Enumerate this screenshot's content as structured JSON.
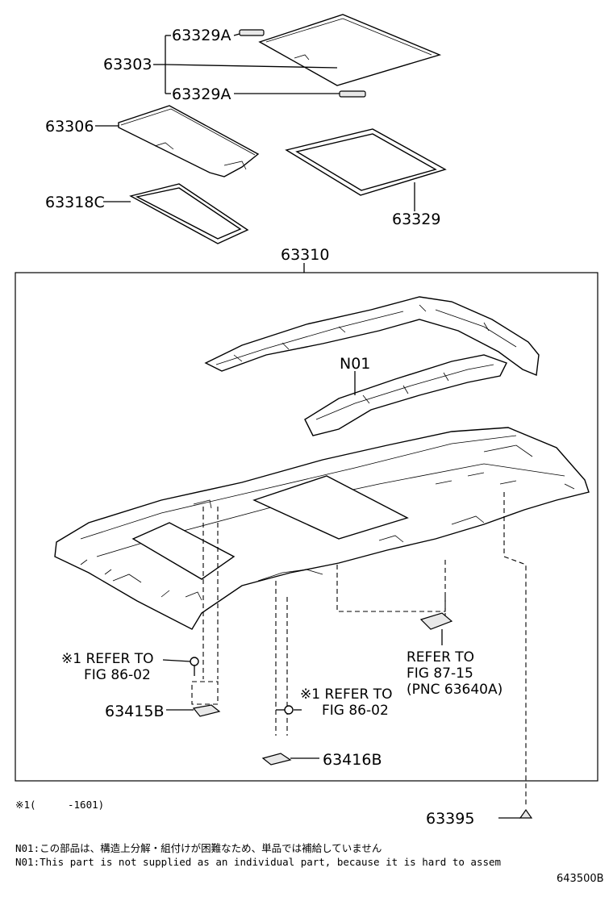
{
  "labels": {
    "p63329A_top": "63329A",
    "p63303": "63303",
    "p63329A_bottom": "63329A",
    "p63306": "63306",
    "p63318C": "63318C",
    "p63329": "63329",
    "p63310": "63310",
    "pN01": "N01",
    "p63415B": "63415B",
    "p63416B": "63416B",
    "p63395": "63395"
  },
  "refs": {
    "left_ref_line1": "※1 REFER TO",
    "left_ref_line2": "FIG 86-02",
    "mid_ref_line1": "※1 REFER TO",
    "mid_ref_line2": "FIG 86-02",
    "right_ref_line1": "REFER TO",
    "right_ref_line2": "FIG 87-15",
    "right_ref_line3": "(PNC 63640A)"
  },
  "notes": {
    "footnote1_mark": "※1(",
    "footnote1_value": "-1601)",
    "note_jp": "N01:この部品は、構造上分解・組付けが困難なため、単品では補給していません",
    "note_en": "N01:This part is not supplied as an individual part,  because it is hard to assem",
    "diagram_code": "643500B"
  }
}
